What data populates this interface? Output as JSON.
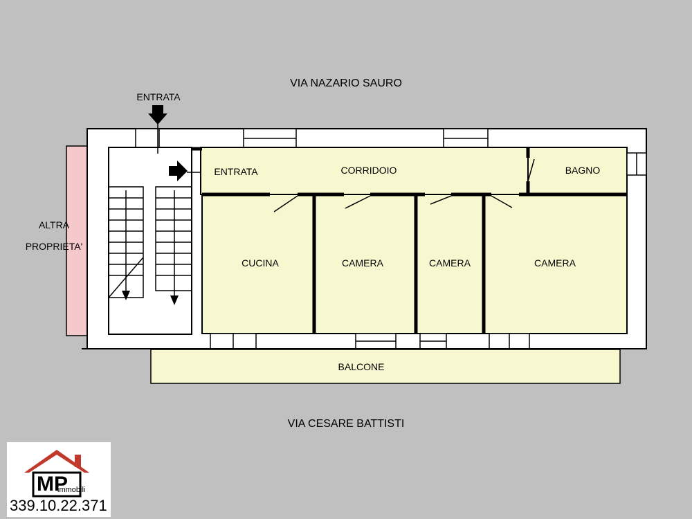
{
  "streets": {
    "north": "VIA  NAZARIO SAURO",
    "south": "VIA   CESARE BATTISTI"
  },
  "entrances": {
    "main": "ENTRATA",
    "apartment": "ENTRATA"
  },
  "rooms": {
    "corridor": "CORRIDOIO",
    "bathroom": "BAGNO",
    "kitchen": "CUCINA",
    "bedroom_1": "CAMERA",
    "bedroom_2": "CAMERA",
    "bedroom_3": "CAMERA",
    "balcony": "BALCONE"
  },
  "neighbor": {
    "line1": "ALTRA",
    "line2": "PROPRIETA'"
  },
  "logo": {
    "letters": "MP",
    "brand": "immobili",
    "phone": "339.10.22.371"
  },
  "colors": {
    "background": "#c0c0c0",
    "room_fill": "#f8f8d0",
    "neighbor_fill": "#f5c8cc",
    "logo_red": "#c0392b"
  }
}
